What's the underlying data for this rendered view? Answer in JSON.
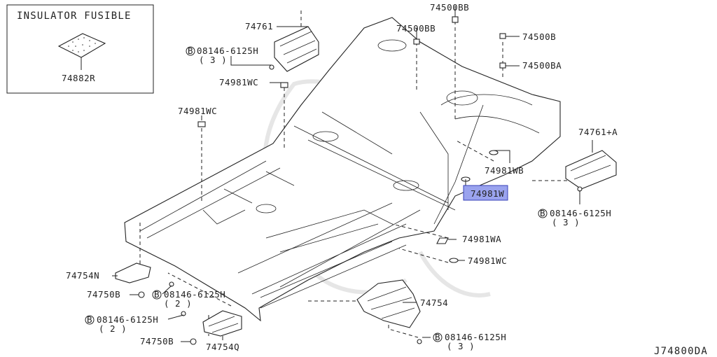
{
  "inset": {
    "title": "INSULATOR FUSIBLE",
    "part": "74882R"
  },
  "labels": {
    "p74761": "74761",
    "p74761a": "74761+A",
    "p74500bb_top": "74500BB",
    "p74500bb_mid": "74500BB",
    "p74500b": "74500B",
    "p74500ba": "74500BA",
    "bolt_tl": "08146-6125H",
    "bolt_tl_qty": "( 3 )",
    "p74981wc_a": "74981WC",
    "p74981wc_b": "74981WC",
    "p74981wb": "74981WB",
    "p74981w": "74981W",
    "bolt_r": "08146-6125H",
    "bolt_r_qty": "( 3 )",
    "p74981wa": "74981WA",
    "p74981wc_c": "74981WC",
    "p74754n": "74754N",
    "p74750b_a": "74750B",
    "bolt_ml": "08146-6125H",
    "bolt_ml_qty": "( 2 )",
    "p74754": "74754",
    "bolt_bl": "08146-6125H",
    "bolt_bl_qty": "( 2 )",
    "p74750b_b": "74750B",
    "p74754q": "74754Q",
    "bolt_b": "08146-6125H",
    "bolt_b_qty": "( 3 )",
    "b_marker": "B",
    "diagram_code": "J74800DA"
  },
  "colors": {
    "line": "#222222",
    "highlight_fill": "#9aa3ee",
    "highlight_stroke": "#3742b8",
    "watermark": "#e6e6e6"
  }
}
